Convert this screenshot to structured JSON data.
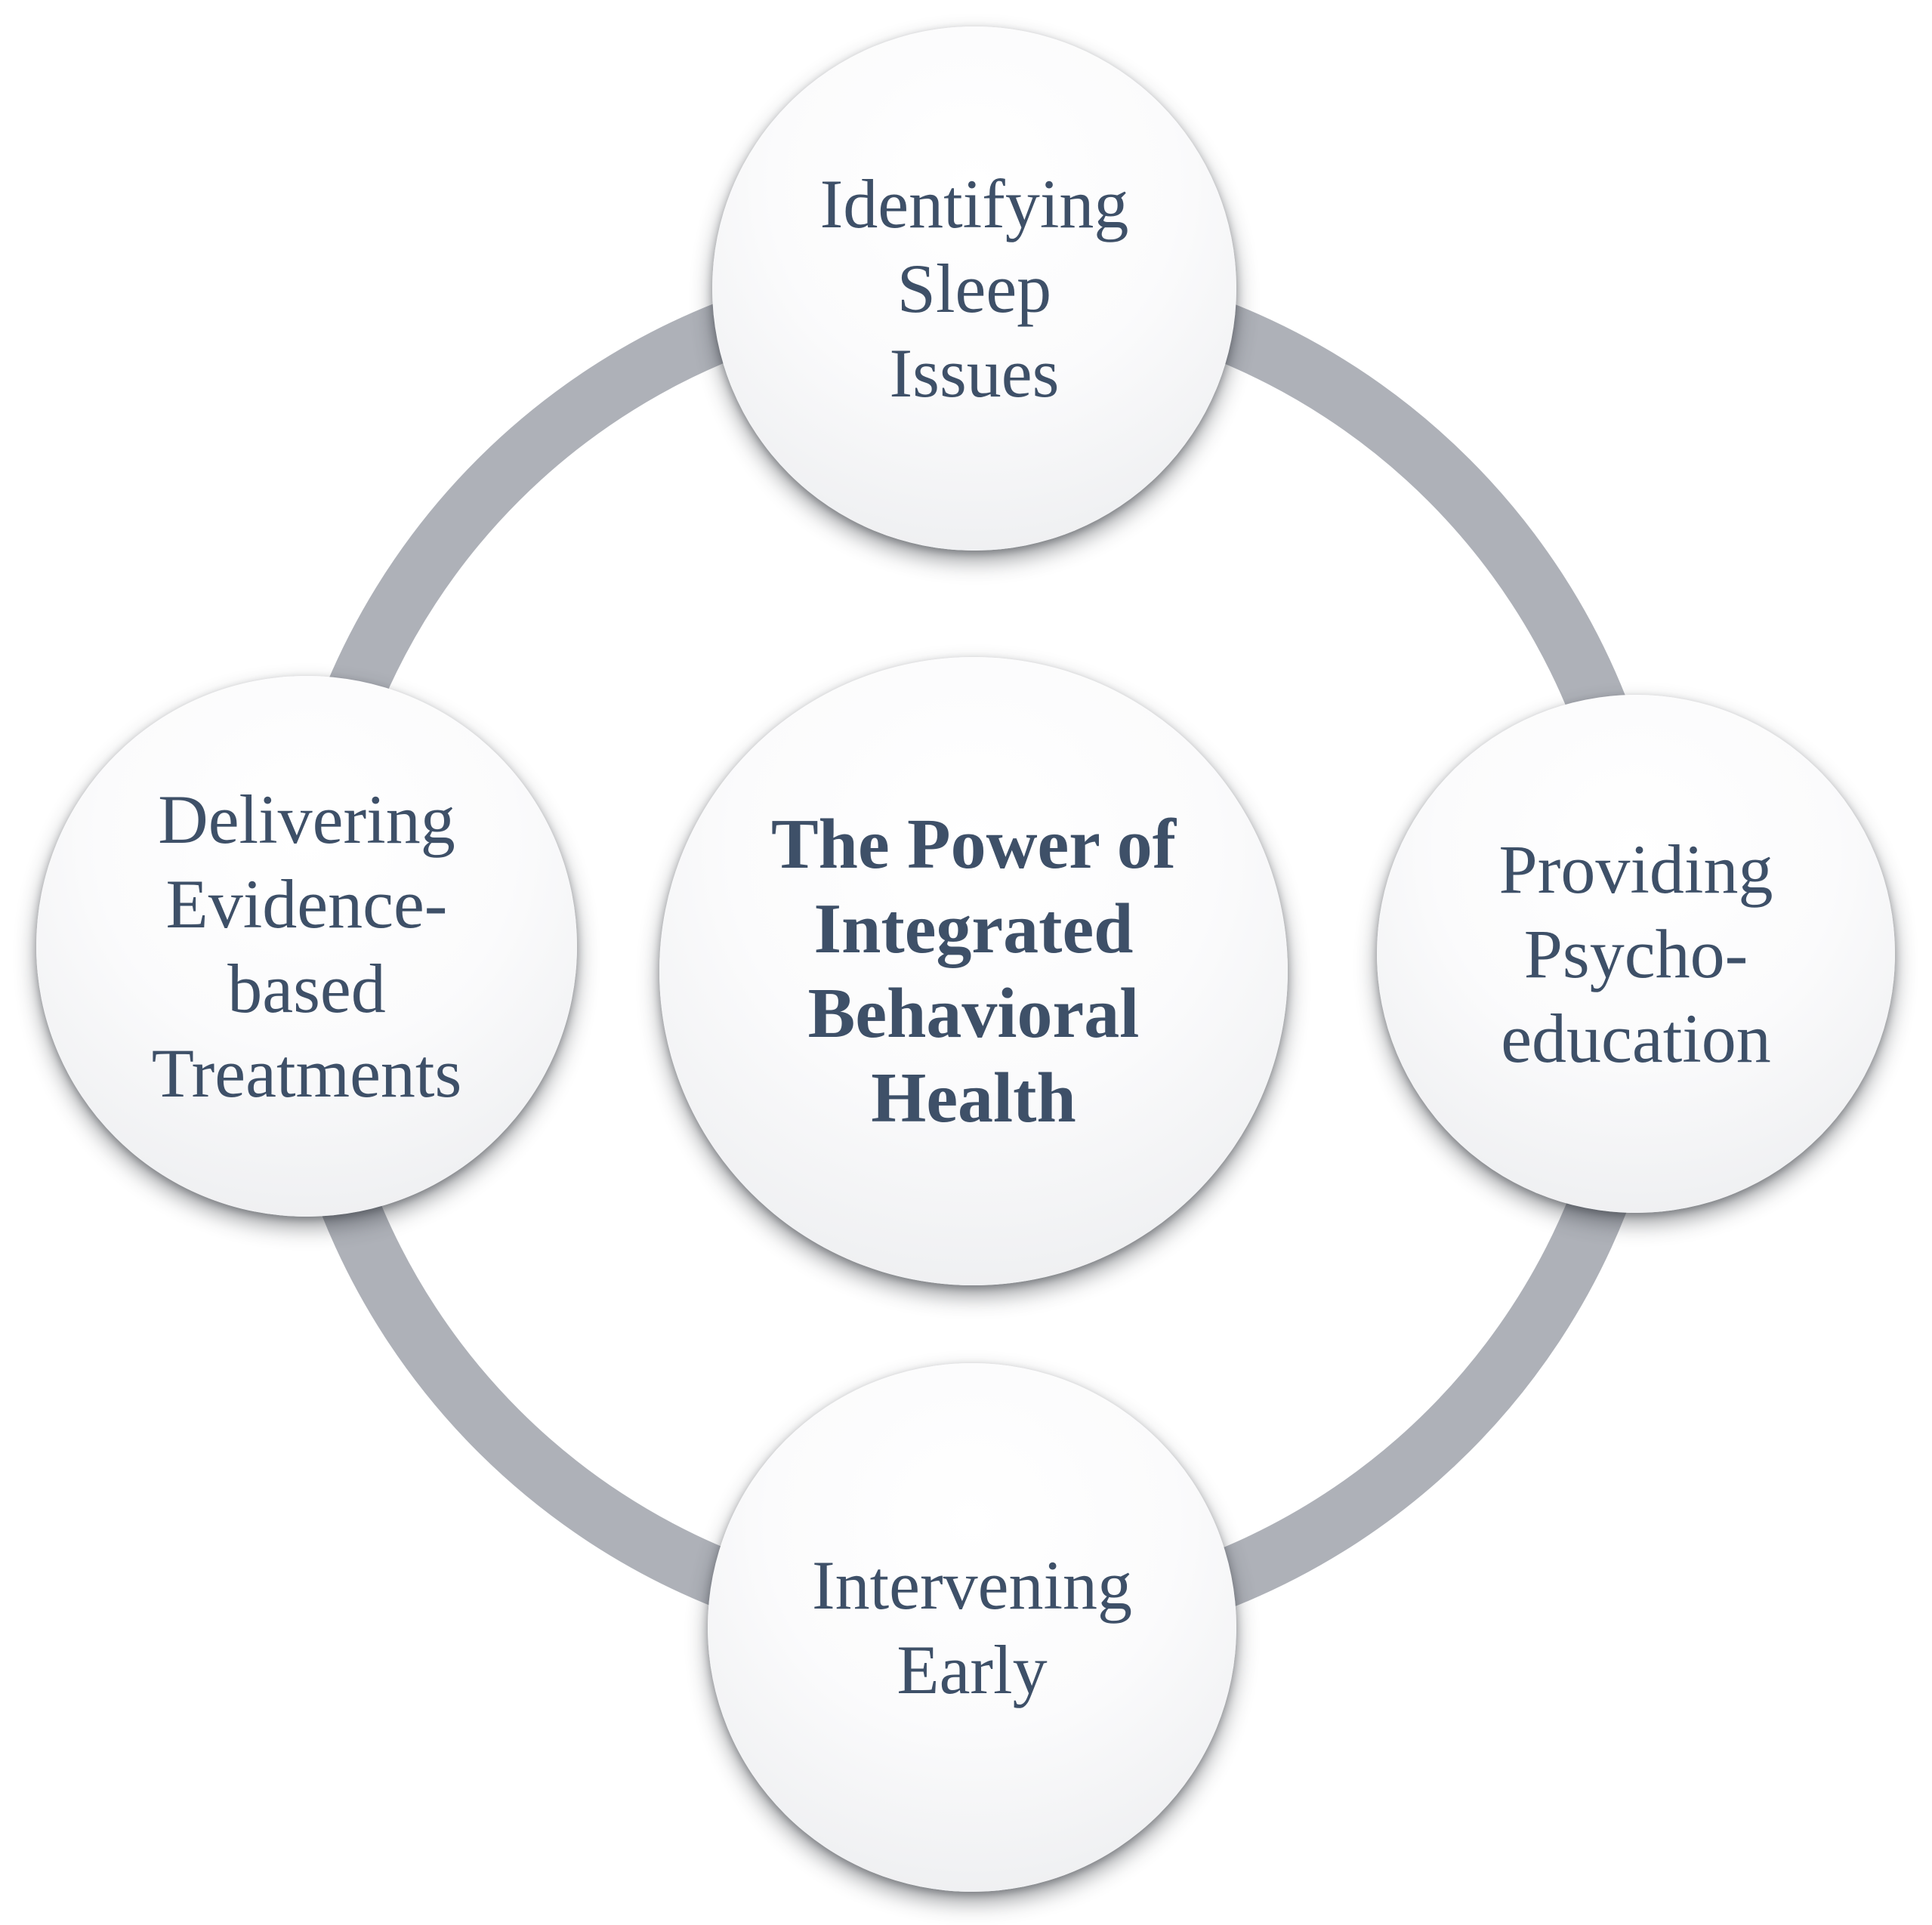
{
  "colors": {
    "ring": "#aeb1b8",
    "text": "#3e5068",
    "node_fill": "#f4f5f7",
    "background": "#ffffff"
  },
  "diagram": {
    "center": {
      "lines": [
        "The Power of",
        "Integrated",
        "Behavioral",
        "Health"
      ]
    },
    "nodes": [
      {
        "position": "top",
        "lines": [
          "Identifying",
          "Sleep",
          "Issues"
        ]
      },
      {
        "position": "right",
        "lines": [
          "Providing",
          "Psycho-",
          "education"
        ]
      },
      {
        "position": "bottom",
        "lines": [
          "Intervening",
          "Early"
        ]
      },
      {
        "position": "left",
        "lines": [
          "Delivering",
          "Evidence-",
          "based",
          "Treatments"
        ]
      }
    ]
  }
}
